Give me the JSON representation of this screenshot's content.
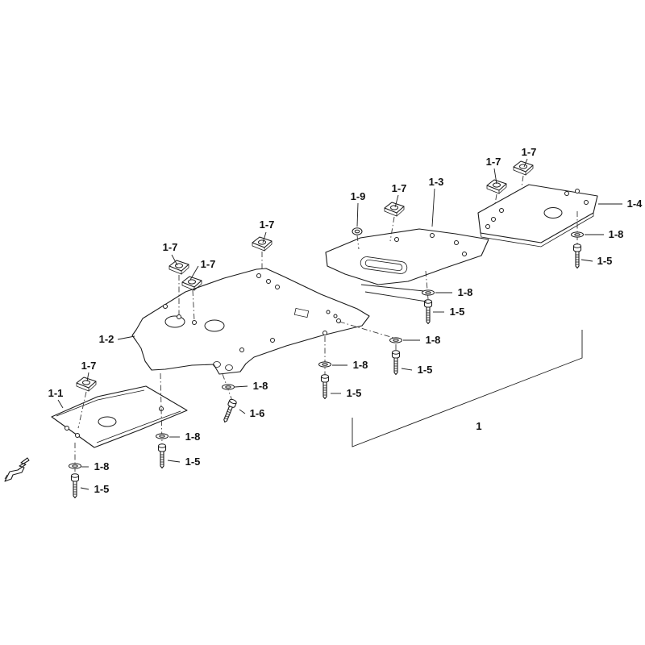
{
  "figure": {
    "type": "exploded-parts-diagram",
    "background": "#ffffff",
    "line_color": "#1c1c1c"
  },
  "parts": {
    "assembly": "1",
    "plate_front": "1-1",
    "plate_main": "1-2",
    "plate_mid": "1-3",
    "plate_rear": "1-4",
    "flange_bolt": "1-5",
    "bolt": "1-6",
    "clip_nut": "1-7",
    "washer": "1-8",
    "grommet": "1-9"
  }
}
